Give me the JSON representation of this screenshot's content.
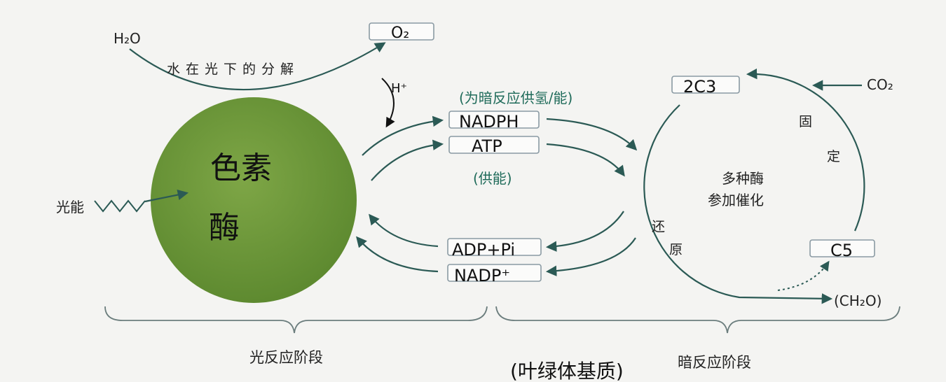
{
  "water": "H₂O",
  "oxygen": "O₂",
  "water_split": "水在光下的分解",
  "hydrogen_ion": "H⁺",
  "pigment_line1": "色素",
  "pigment_line2": "酶",
  "light_energy": "光能",
  "nadph": "NADPH",
  "nadph_note": "(为暗反应供氢/能)",
  "atp": "ATP",
  "atp_note": "(供能)",
  "adp_pi": "ADP+Pi",
  "nadp": "NADP⁺",
  "c3": "2C3",
  "c5": "C5",
  "co2": "CO₂",
  "fixation_1": "固",
  "fixation_2": "定",
  "reduction_1": "还",
  "reduction_2": "原",
  "enzymes_line1": "多种酶",
  "enzymes_line2": "参加催化",
  "carbohydrate": "(CH₂O)",
  "light_stage": "光反应阶段",
  "dark_stage": "暗反应阶段",
  "note_bottom": "(叶绿体基质)",
  "colors": {
    "green": "#6e9a3a",
    "arrow": "#2b5a55",
    "teal_note": "#1f6b5a"
  }
}
